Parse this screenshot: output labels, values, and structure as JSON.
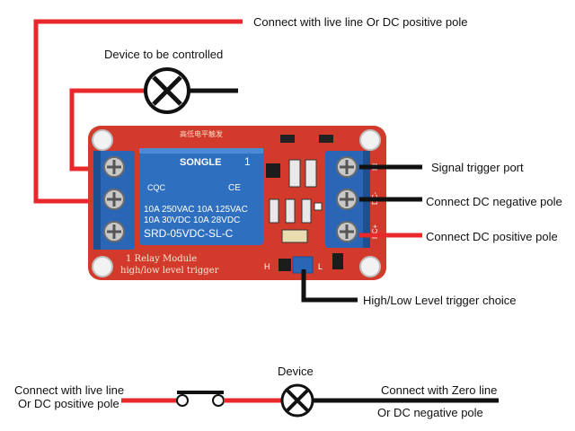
{
  "labels": {
    "live_line": "Connect with live line Or DC positive pole",
    "device_controlled": "Device to be controlled",
    "signal_trigger": "Signal trigger port",
    "dc_negative": "Connect DC negative pole",
    "dc_positive": "Connect DC positive pole",
    "level_choice": "High/Low Level trigger choice",
    "device": "Device",
    "bottom_live_1": "Connect with live line",
    "bottom_live_2": "Or DC positive pole",
    "zero_line_1": "Connect with Zero line",
    "zero_line_2": "Or DC negative pole"
  },
  "board": {
    "relay_brand": "SONGLE",
    "relay_rating_1": "10A 250VAC  10A 125VAC",
    "relay_rating_2": "10A 30VDC  10A 28VDC",
    "relay_model": "SRD-05VDC-SL-C",
    "relay_cqc": "CQC",
    "relay_ce": "CE",
    "relay_pin": "1",
    "module_line1": "1 Relay  Module",
    "module_line2": "high/low level trigger",
    "top_text": "高低电平触发",
    "pin_in": "IN",
    "pin_dcm": "DC-",
    "pin_dcp": "DC+",
    "jumper_h": "H",
    "jumper_l": "L"
  },
  "colors": {
    "wire_red": "#e8282a",
    "wire_black": "#111111",
    "board_red": "#d23b2b",
    "relay_blue": "#2f6fbf",
    "terminal_blue": "#2a66b5"
  }
}
